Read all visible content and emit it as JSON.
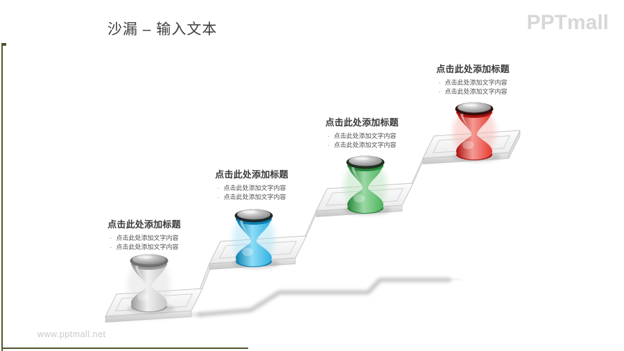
{
  "slide": {
    "title": "沙漏 – 输入文本",
    "logo": "PPTmall",
    "watermark": "www.pptmall.net",
    "bullet_char": "·",
    "brand": {
      "frame_color": "#4c5527",
      "logo_color": "#d7d7d7",
      "watermark_color": "#c8c8c8"
    },
    "steps": [
      {
        "id": 1,
        "hourglass": "gray",
        "title": "点击此处添加标题",
        "bullets": [
          "点击此处添加文字内容",
          "点击此处添加文字内容"
        ],
        "colors": {
          "light": "#f0f0f0",
          "mid": "#c6c6c6",
          "dark": "#9a9a9a",
          "rim": "#707070",
          "glow": "#dcdcdc"
        }
      },
      {
        "id": 2,
        "hourglass": "blue",
        "title": "点击此处添加标题",
        "bullets": [
          "点击此处添加文字内容",
          "点击此处添加文字内容"
        ],
        "colors": {
          "light": "#8edcf6",
          "mid": "#2fb0e4",
          "dark": "#0e7fb0",
          "rim": "#1c2a31",
          "glow": "#a6e0f6"
        }
      },
      {
        "id": 3,
        "hourglass": "green",
        "title": "点击此处添加标题",
        "bullets": [
          "点击此处添加文字内容",
          "点击此处添加文字内容"
        ],
        "colors": {
          "light": "#9bd8a4",
          "mid": "#4db45c",
          "dark": "#27853a",
          "rim": "#20301f",
          "glow": "#b0dfb6"
        }
      },
      {
        "id": 4,
        "hourglass": "red",
        "title": "点击此处添加标题",
        "bullets": [
          "点击此处添加文字内容",
          "点击此处添加文字内容"
        ],
        "colors": {
          "light": "#f49b94",
          "mid": "#e63b31",
          "dark": "#ab1310",
          "rim": "#35100f",
          "glow": "#f6b0a9"
        }
      }
    ]
  }
}
